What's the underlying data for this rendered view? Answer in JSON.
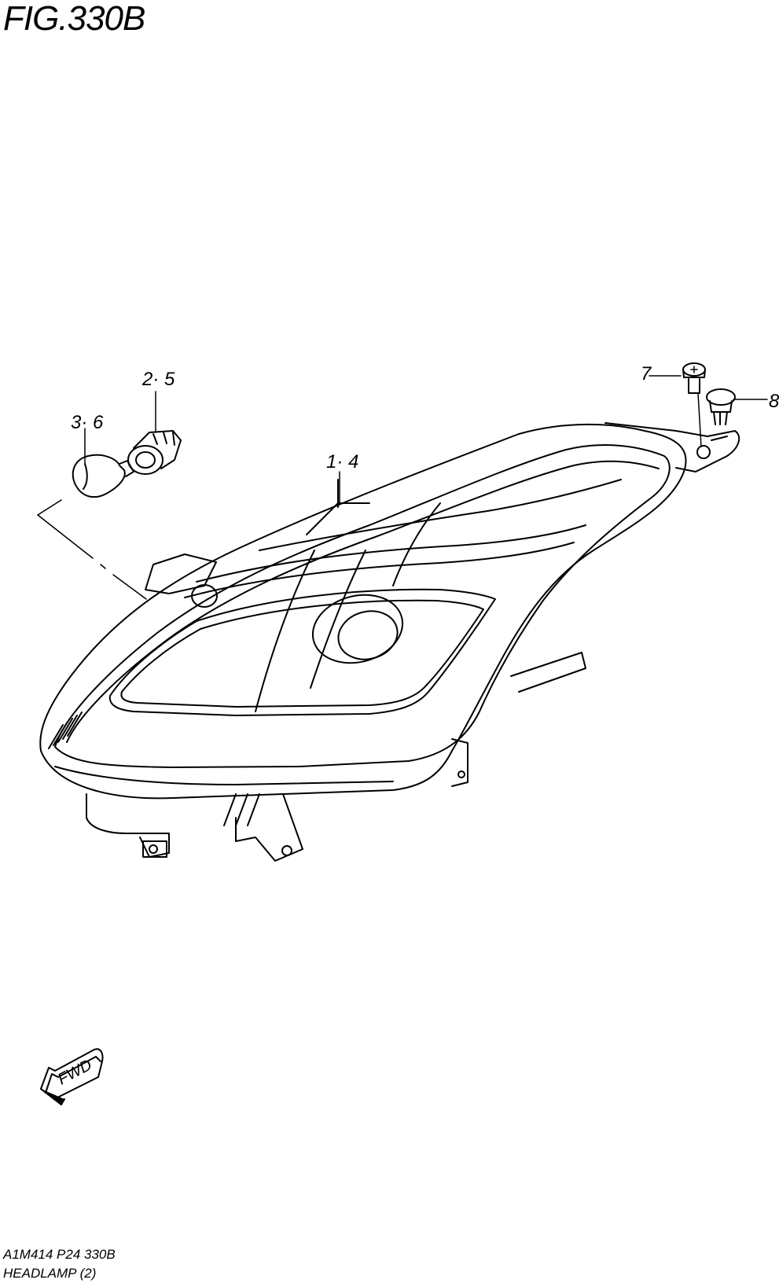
{
  "figure": {
    "title": "FIG.330B",
    "drawing_code": "A1M414 P24 330B",
    "caption": "HEADLAMP (2)"
  },
  "callouts": {
    "c1_4": "1· 4",
    "c2_5": "2· 5",
    "c3_6": "3· 6",
    "c7": "7",
    "c8": "8"
  },
  "fwd_label": "FWD",
  "colors": {
    "line": "#000000",
    "background": "#ffffff"
  }
}
